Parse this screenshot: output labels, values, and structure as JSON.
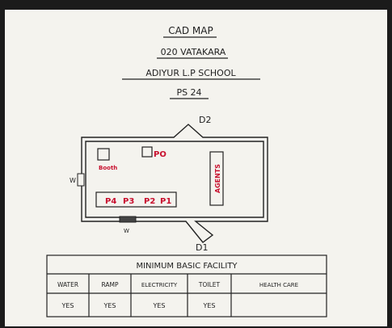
{
  "header": {
    "line1": "CAD MAP",
    "line2": "020 VATAKARA",
    "line3": "ADIYUR L.P SCHOOL",
    "line4": "PS 24"
  },
  "map": {
    "door_top": "D2",
    "door_bottom": "D1",
    "window_left": "W",
    "window_bottom": "W",
    "booth_label": "Booth",
    "po_label": "PO",
    "agents_label": "AGENTS",
    "desk_labels": [
      "P4",
      "P3",
      "P2",
      "P1"
    ]
  },
  "table": {
    "title": "MINIMUM BASIC FACILITY",
    "headers": [
      "WATER",
      "RAMP",
      "ELECTRICITY",
      "TOILET",
      "HEALTH CARE"
    ],
    "values": [
      "YES",
      "YES",
      "YES",
      "YES",
      ""
    ]
  },
  "colors": {
    "ink": "#222222",
    "red_ink": "#c8102e",
    "paper": "#f4f3ee"
  }
}
